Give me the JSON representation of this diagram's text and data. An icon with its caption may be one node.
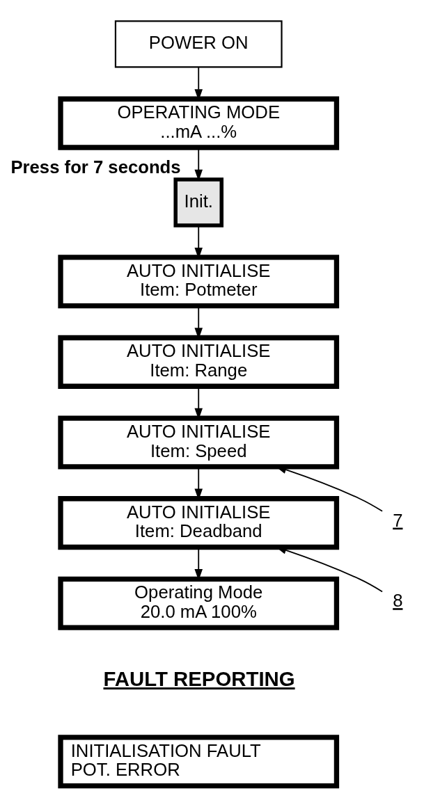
{
  "diagram": {
    "nodes": [
      {
        "text": [
          "POWER ON"
        ]
      },
      {
        "text": [
          "OPERATING MODE",
          "...mA ...%"
        ]
      },
      {
        "text": [
          "Init."
        ],
        "beside": [
          "Press for 7 seconds"
        ]
      },
      {
        "text": [
          "AUTO INITIALISE",
          "Item: Potmeter"
        ]
      },
      {
        "text": [
          "AUTO INITIALISE",
          "Item: Range"
        ]
      },
      {
        "text": [
          "AUTO INITIALISE",
          "Item: Speed"
        ]
      },
      {
        "text": [
          "AUTO INITIALISE",
          "Item: Deadband"
        ]
      },
      {
        "text": [
          "Operating Mode",
          "20.0 mA 100%"
        ]
      },
      {
        "text": [
          "INITIALISATION FAULT",
          "POT. ERROR"
        ]
      },
      {
        "text": [
          "7"
        ]
      },
      {
        "text": [
          "8"
        ]
      }
    ],
    "edges": [
      {
        "from": 0,
        "to": 1,
        "arrow": "to"
      },
      {
        "from": 1,
        "to": 2,
        "arrow": "to"
      },
      {
        "from": 2,
        "to": 3,
        "arrow": "to"
      },
      {
        "from": 3,
        "to": 4,
        "arrow": "to"
      },
      {
        "from": 4,
        "to": 5,
        "arrow": "to"
      },
      {
        "from": 5,
        "to": 6,
        "arrow": "to"
      },
      {
        "from": 6,
        "to": 7,
        "arrow": "to"
      },
      {
        "from": 9,
        "to": 5,
        "arrow": "to"
      },
      {
        "from": 10,
        "to": 6,
        "arrow": "to"
      }
    ],
    "labels": [
      "FAULT REPORTING"
    ]
  }
}
